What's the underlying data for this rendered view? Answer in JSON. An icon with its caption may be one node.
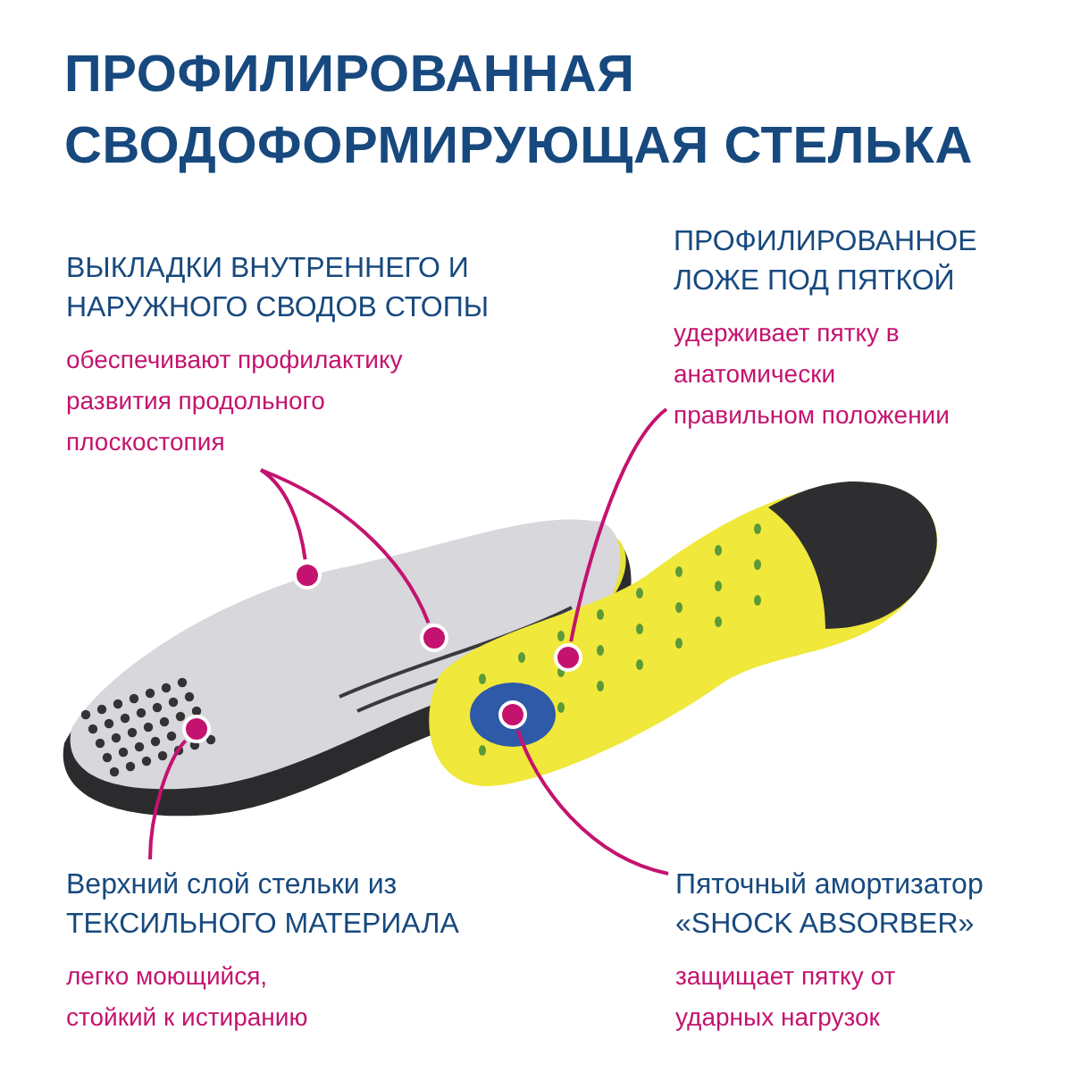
{
  "diagram": {
    "title": "ПРОФИЛИРОВАННАЯ СВОДОФОРМИРУЮЩАЯ СТЕЛЬКА",
    "nodes": [
      {
        "text": [
          "ВЫКЛАДКИ ВНУТРЕННЕГО И НАРУЖНОГО СВОДОВ СТОПЫ",
          "обеспечивают профилактику развития продольного плоскостопия"
        ]
      },
      {
        "text": [
          "ПРОФИЛИРОВАННОЕ ЛОЖЕ ПОД ПЯТКОЙ",
          "удерживает пятку в анатомически правильном положении"
        ]
      },
      {
        "text": [
          "Верхний слой стельки из ТЕКСИЛЬНОГО МАТЕРИАЛА",
          "легко моющийся, стойкий к истиранию"
        ]
      },
      {
        "text": [
          "Пяточный амортизатор «SHOCK ABSORBER»",
          "защищает пятку от ударных нагрузок"
        ]
      },
      {
        "text": [],
        "shape": "circle"
      },
      {
        "text": [],
        "shape": "circle"
      },
      {
        "text": [],
        "shape": "circle"
      },
      {
        "text": [],
        "shape": "circle"
      },
      {
        "text": [],
        "shape": "circle"
      }
    ],
    "edges": [
      {
        "from": 0,
        "to": 4,
        "arrow": "none"
      },
      {
        "from": 0,
        "to": 5,
        "arrow": "none"
      },
      {
        "from": 1,
        "to": 6,
        "arrow": "none"
      },
      {
        "from": 2,
        "to": 7,
        "arrow": "none"
      },
      {
        "from": 3,
        "to": 8,
        "arrow": "none"
      }
    ]
  }
}
